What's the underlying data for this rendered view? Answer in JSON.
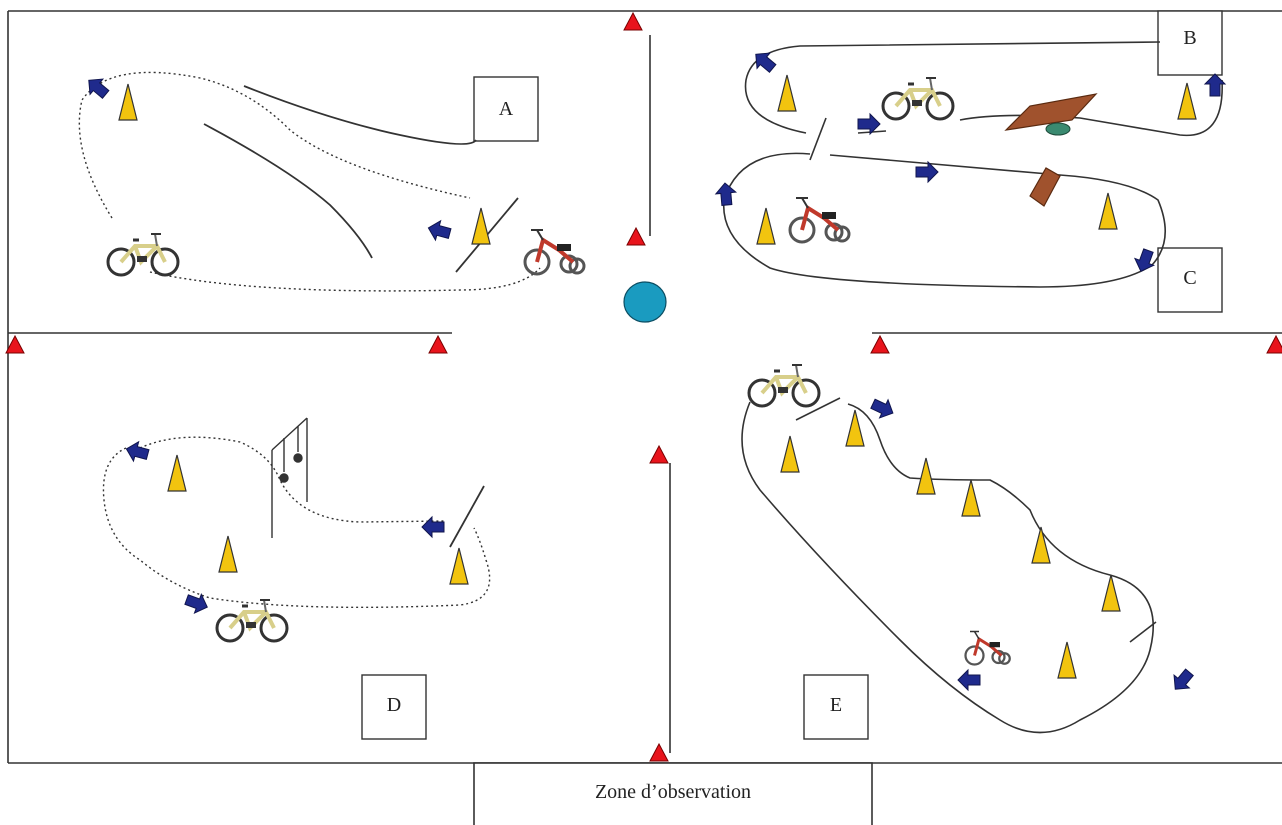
{
  "zones": [
    {
      "id": "A",
      "label": "A"
    },
    {
      "id": "B",
      "label": "B"
    },
    {
      "id": "C",
      "label": "C"
    },
    {
      "id": "D",
      "label": "D"
    },
    {
      "id": "E",
      "label": "E"
    }
  ],
  "observation_zone": {
    "label": "Zone d’observation"
  },
  "colors": {
    "border": "#333333",
    "marker": "#e8141c",
    "cone": "#f2c40f",
    "arrow": "#1f2a8c",
    "plank": "#a0522d",
    "ball": "#1a9bc0",
    "bike_frame": "#d8cf8a",
    "trike_frame": "#c0392b"
  },
  "icons": [
    "red-triangle-marker-icon",
    "yellow-cone-icon",
    "blue-arrow-icon",
    "bicycle-icon",
    "tricycle-icon",
    "plank-icon",
    "ball-icon"
  ]
}
